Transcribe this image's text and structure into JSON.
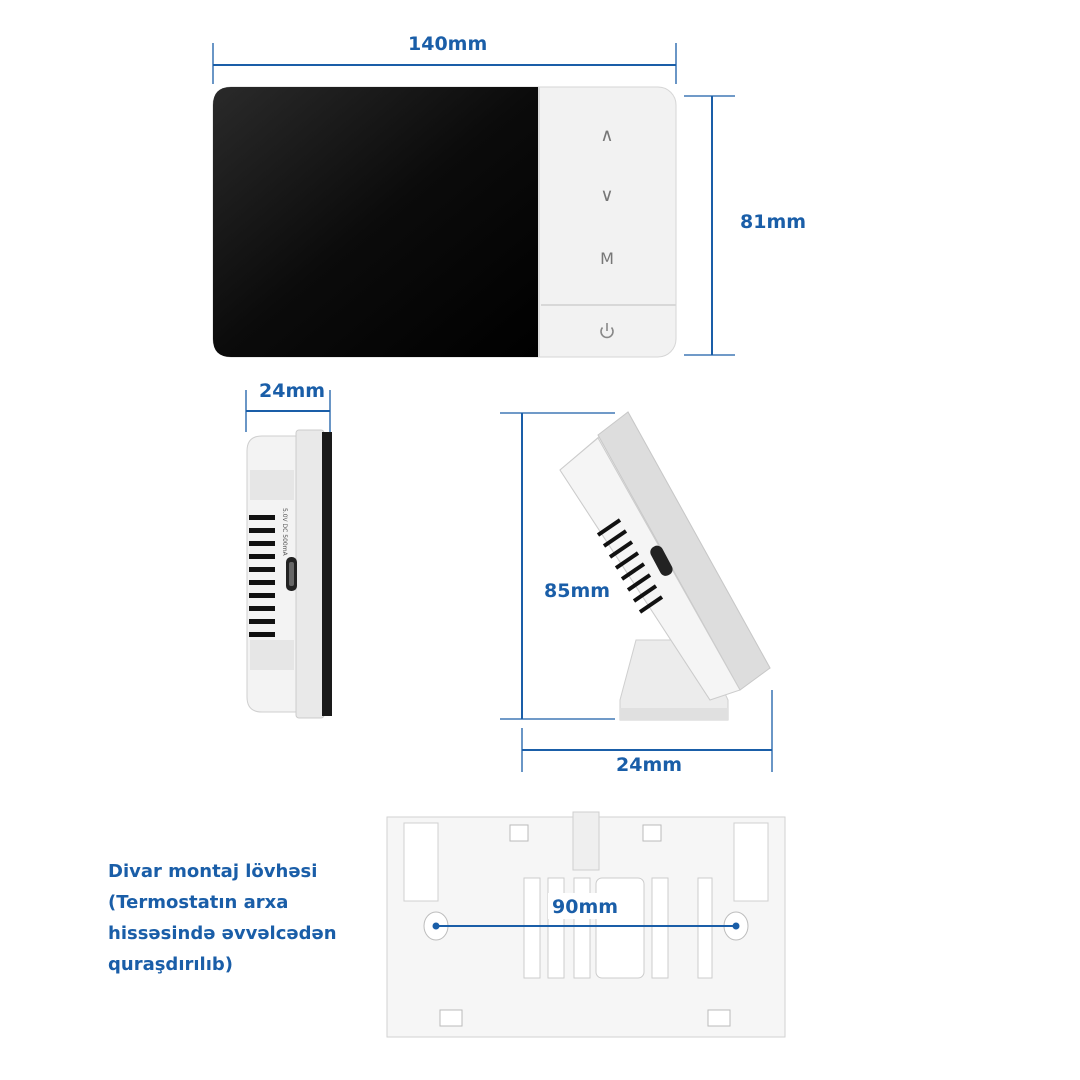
{
  "dimensions": {
    "front_width": "140mm",
    "front_height": "81mm",
    "side_depth": "24mm",
    "stand_height": "85mm",
    "stand_depth": "24mm",
    "plate_hole_spacing": "90mm"
  },
  "buttons": {
    "up": "∧",
    "down": "∨",
    "mode": "M"
  },
  "side_port_label": "5.0V DC 500mA",
  "caption": {
    "line1": "Divar montaj lövhəsi",
    "line2": "(Termostatın arxa",
    "line3": "hissəsində əvvəlcədən",
    "line4": "quraşdırılıb)"
  },
  "colors": {
    "dimension_line": "#1a5ea8",
    "screen": "#000000",
    "panel": "#efefef"
  }
}
